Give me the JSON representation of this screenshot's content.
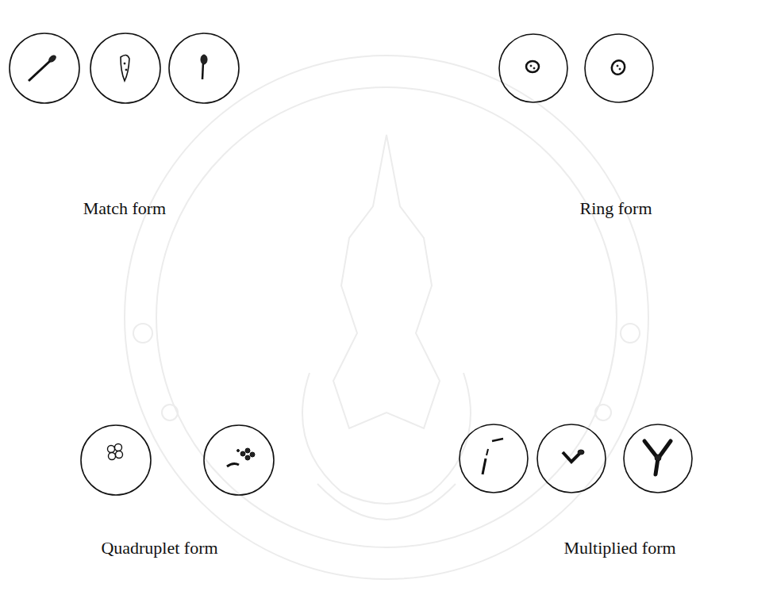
{
  "diagram": {
    "labels": [
      "Match form",
      "Ring form",
      "Quadruplet form",
      "Multiplied form"
    ]
  }
}
